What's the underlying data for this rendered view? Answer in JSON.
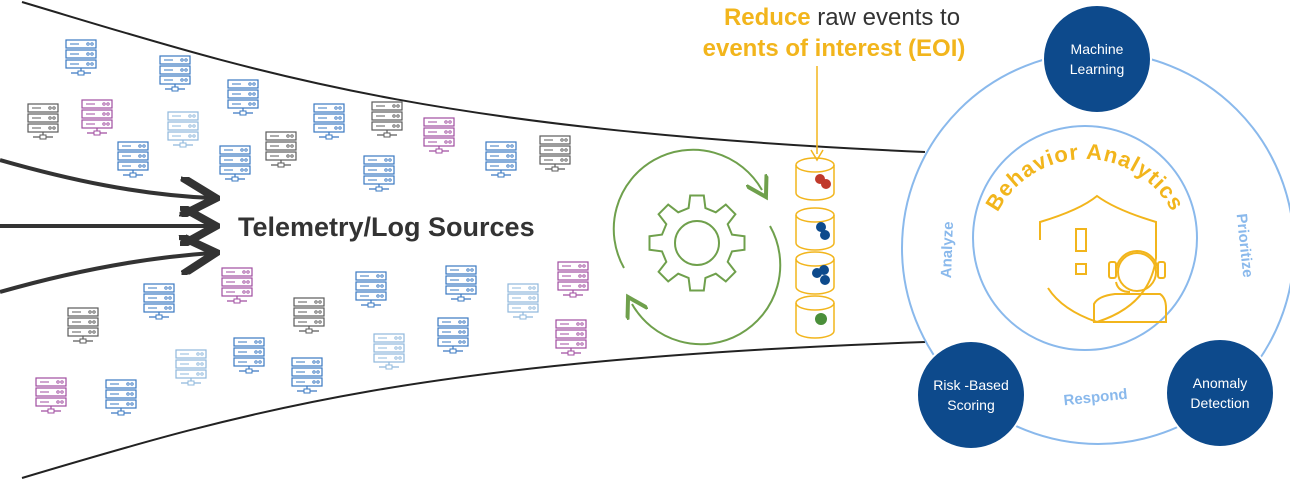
{
  "headline": {
    "line1_highlight": "Reduce",
    "line1_rest": " raw events to",
    "line2": "events of interest (EOI)"
  },
  "center_label": "Telemetry/Log Sources",
  "behavior_title": "Behavior Analytics",
  "ring_labels": {
    "left": "Analyze",
    "right": "Prioritize",
    "bottom": "Respond"
  },
  "nodes": {
    "machine_learning": {
      "line1": "Machine",
      "line2": "Learning"
    },
    "risk_scoring": {
      "line1": "Risk -Based",
      "line2": "Scoring"
    },
    "anomaly": {
      "line1": "Anomaly",
      "line2": "Detection"
    }
  },
  "eoi_dots": [
    [
      "#c0392b",
      "#c0392b"
    ],
    [
      "#0d4a8c",
      "#0d4a8c"
    ],
    [
      "#0d4a8c",
      "#0d4a8c",
      "#0d4a8c"
    ],
    [
      "#4a8f3a"
    ]
  ],
  "server_icon_colors": [
    "#5b5b5b",
    "#3a78c2",
    "#a04ea0",
    "#8fb8dc"
  ],
  "colors": {
    "accent_yellow": "#f2b51c",
    "node_blue": "#0d4a8c",
    "ring_blue": "#8ab9ec",
    "gear_green": "#6fa04c",
    "text_dark": "#333333"
  }
}
